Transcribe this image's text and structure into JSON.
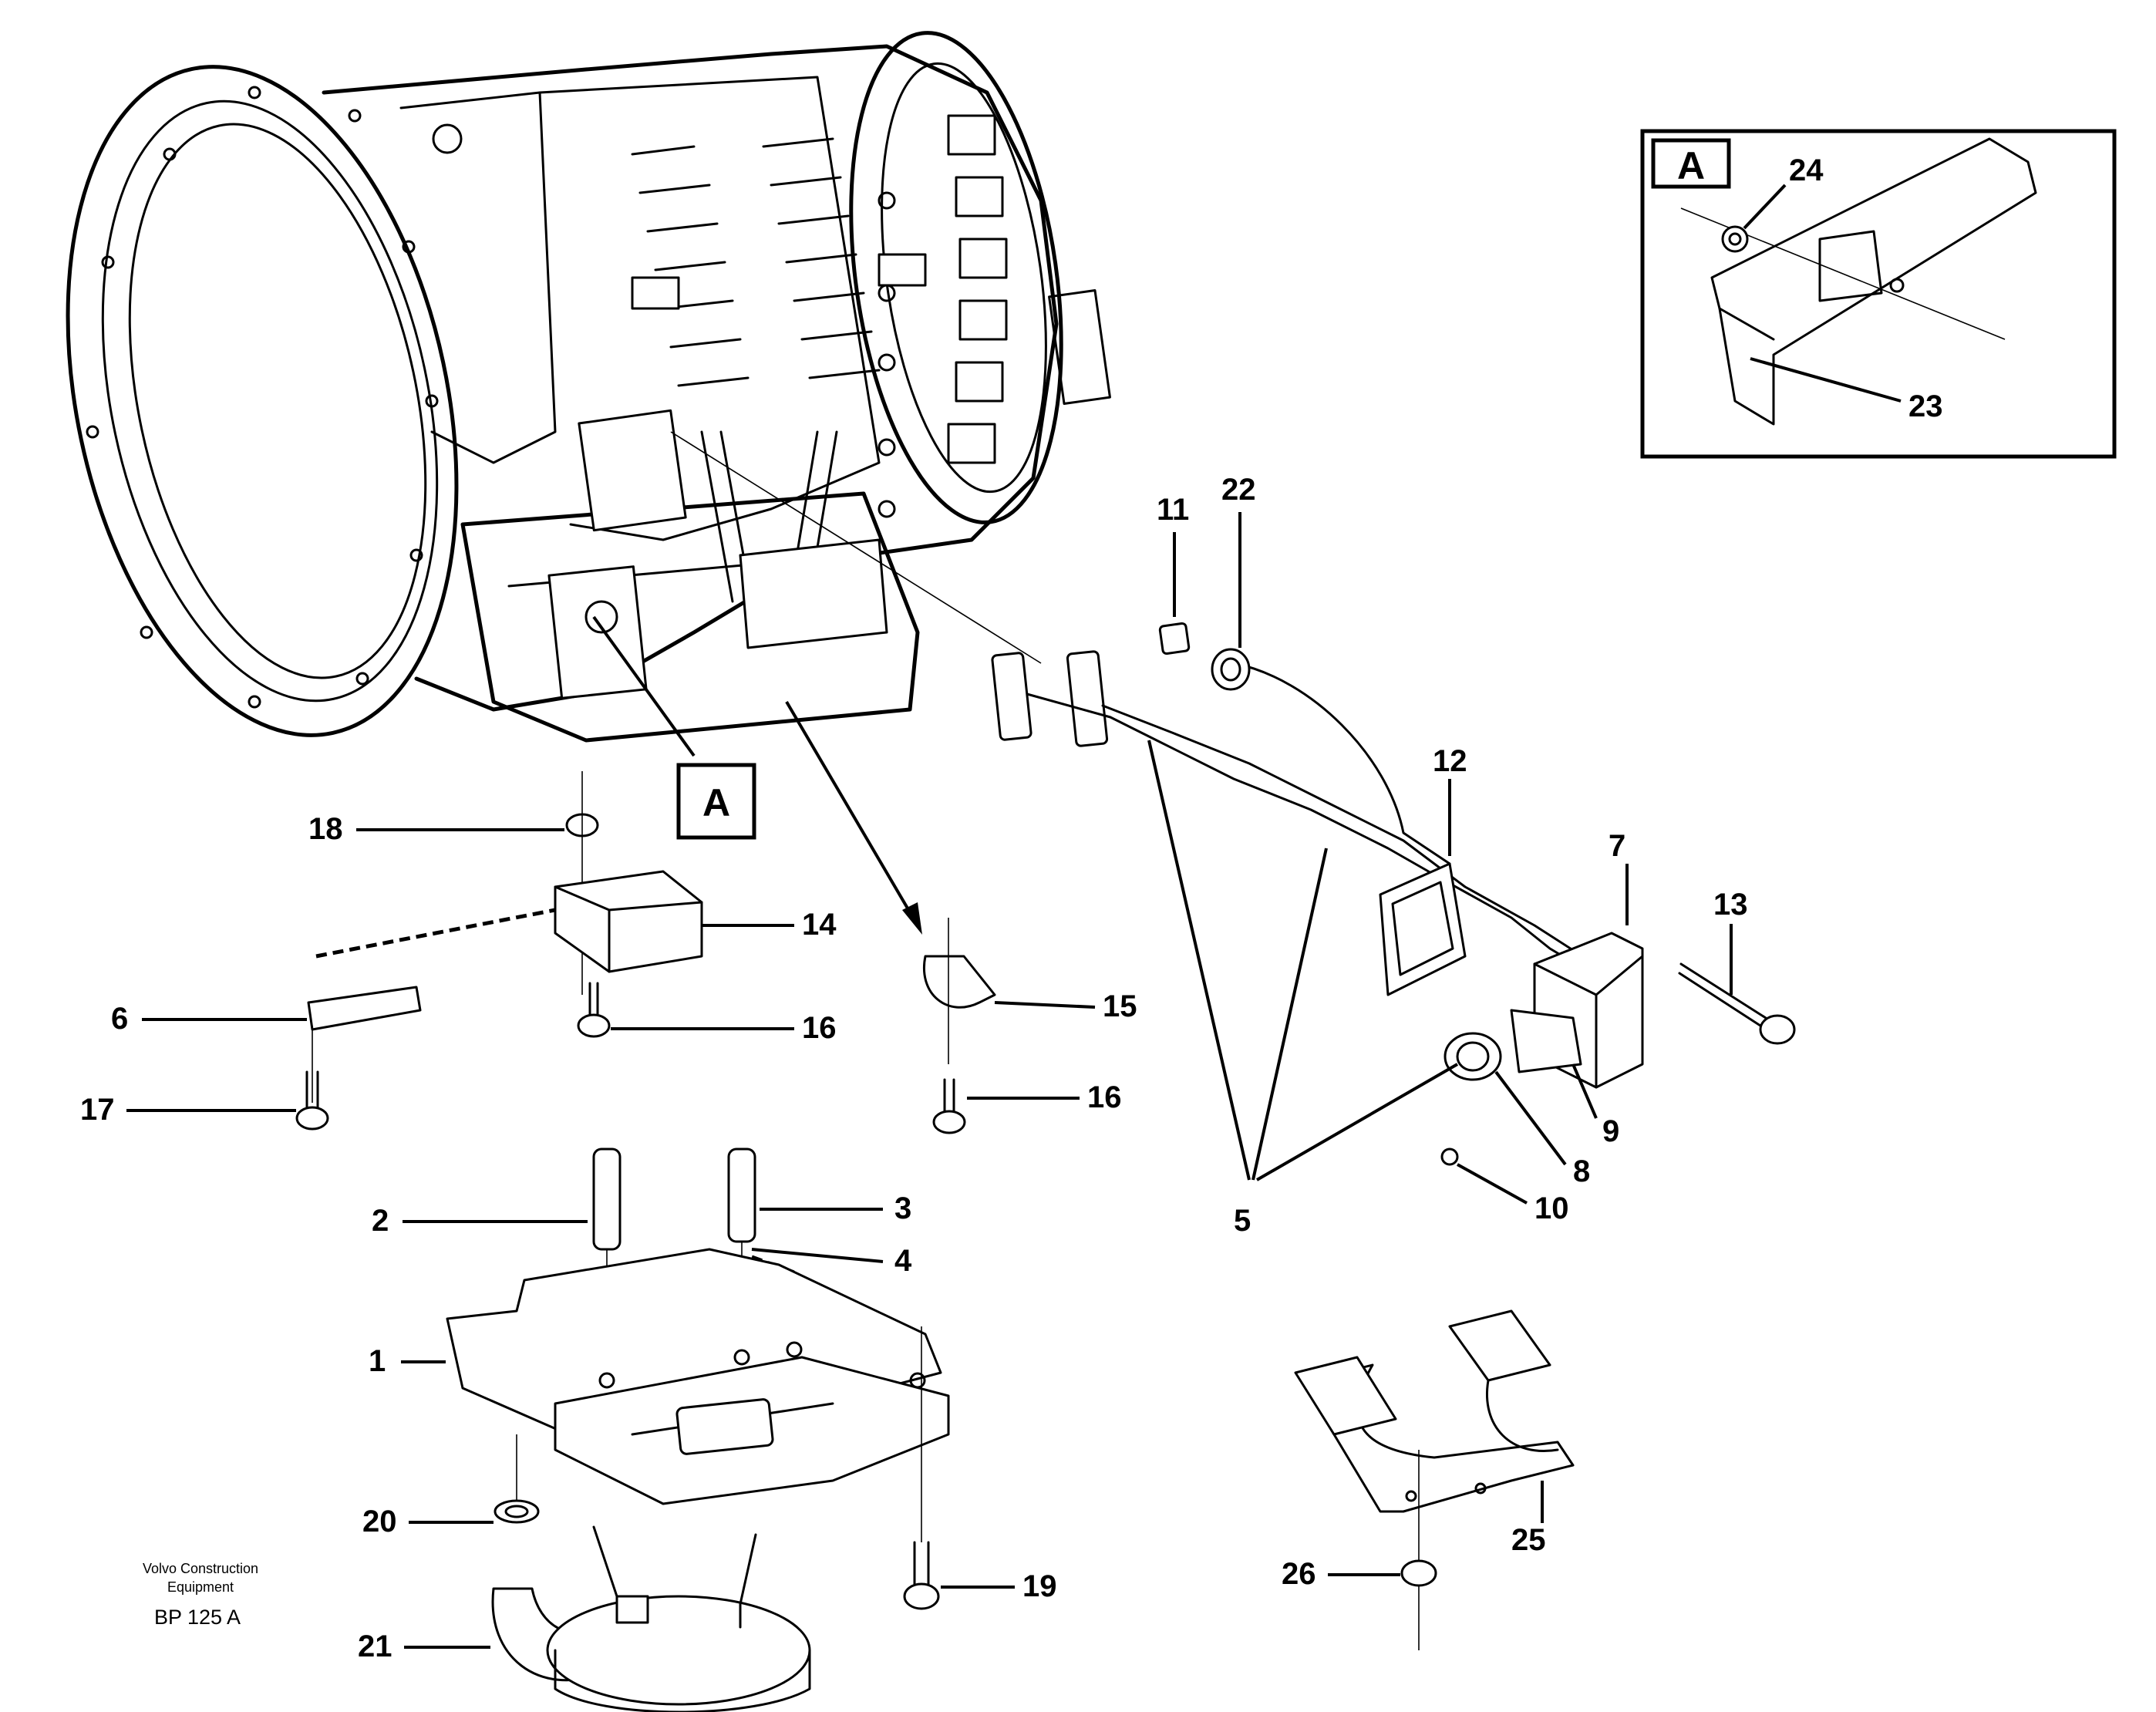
{
  "diagram": {
    "detail_label": "A",
    "footer": {
      "maker_line1": "Volvo Construction",
      "maker_line2": "Equipment",
      "code": "BP 125 A"
    },
    "callouts": [
      {
        "id": "1",
        "text": "1"
      },
      {
        "id": "2",
        "text": "2"
      },
      {
        "id": "3",
        "text": "3"
      },
      {
        "id": "4",
        "text": "4"
      },
      {
        "id": "5",
        "text": "5"
      },
      {
        "id": "6",
        "text": "6"
      },
      {
        "id": "7",
        "text": "7"
      },
      {
        "id": "8",
        "text": "8"
      },
      {
        "id": "9",
        "text": "9"
      },
      {
        "id": "10",
        "text": "10"
      },
      {
        "id": "11",
        "text": "11"
      },
      {
        "id": "12",
        "text": "12"
      },
      {
        "id": "13",
        "text": "13"
      },
      {
        "id": "14",
        "text": "14"
      },
      {
        "id": "15",
        "text": "15"
      },
      {
        "id": "16a",
        "text": "16"
      },
      {
        "id": "16b",
        "text": "16"
      },
      {
        "id": "17",
        "text": "17"
      },
      {
        "id": "18",
        "text": "18"
      },
      {
        "id": "19",
        "text": "19"
      },
      {
        "id": "20",
        "text": "20"
      },
      {
        "id": "21",
        "text": "21"
      },
      {
        "id": "22",
        "text": "22"
      },
      {
        "id": "23",
        "text": "23"
      },
      {
        "id": "24",
        "text": "24"
      },
      {
        "id": "25",
        "text": "25"
      },
      {
        "id": "26",
        "text": "26"
      }
    ]
  }
}
